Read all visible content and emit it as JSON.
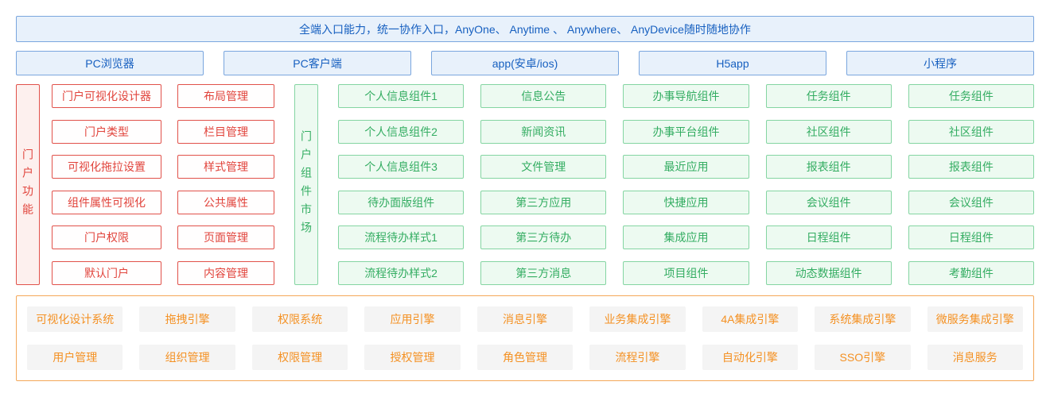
{
  "banner": {
    "text": "全端入口能力，统一协作入口，AnyOne、 Anytime 、 Anywhere、 AnyDevice随时随地协作"
  },
  "channels": {
    "items": [
      "PC浏览器",
      "PC客户端",
      "app(安卓/ios)",
      "H5app",
      "小程序"
    ]
  },
  "portal_functions": {
    "label": "门户功能",
    "items": [
      "门户可视化设计器",
      "布局管理",
      "门户类型",
      "栏目管理",
      "可视化拖拉设置",
      "样式管理",
      "组件属性可视化",
      "公共属性",
      "门户权限",
      "页面管理",
      "默认门户",
      "内容管理"
    ]
  },
  "component_market": {
    "label": "门户组件市场",
    "items": [
      "个人信息组件1",
      "信息公告",
      "办事导航组件",
      "任务组件",
      "任务组件",
      "个人信息组件2",
      "新闻资讯",
      "办事平台组件",
      "社区组件",
      "社区组件",
      "个人信息组件3",
      "文件管理",
      "最近应用",
      "报表组件",
      "报表组件",
      "待办面版组件",
      "第三方应用",
      "快捷应用",
      "会议组件",
      "会议组件",
      "流程待办样式1",
      "第三方待办",
      "集成应用",
      "日程组件",
      "日程组件",
      "流程待办样式2",
      "第三方消息",
      "项目组件",
      "动态数据组件",
      "考勤组件"
    ]
  },
  "foundation": {
    "items": [
      "可视化设计系统",
      "拖拽引擎",
      "权限系统",
      "应用引擎",
      "消息引擎",
      "业务集成引擎",
      "4A集成引擎",
      "系统集成引擎",
      "微服务集成引擎",
      "用户管理",
      "组织管理",
      "权限管理",
      "授权管理",
      "角色管理",
      "流程引擎",
      "自动化引擎",
      "SSO引擎",
      "消息服务"
    ]
  },
  "colors": {
    "blue_fill": "#e8f1fb",
    "blue_border": "#7aa6de",
    "blue_text": "#1760c0",
    "red_border": "#e1514a",
    "red_text": "#e1443c",
    "red_bar_fill": "#fdf0ee",
    "red_box_fill": "#fffefe",
    "green_border": "#84d5a2",
    "green_text": "#34ad62",
    "green_fill": "#edfaf1",
    "orange_border": "#f4a758",
    "orange_text": "#f49123",
    "gray_fill": "#f4f4f4"
  }
}
